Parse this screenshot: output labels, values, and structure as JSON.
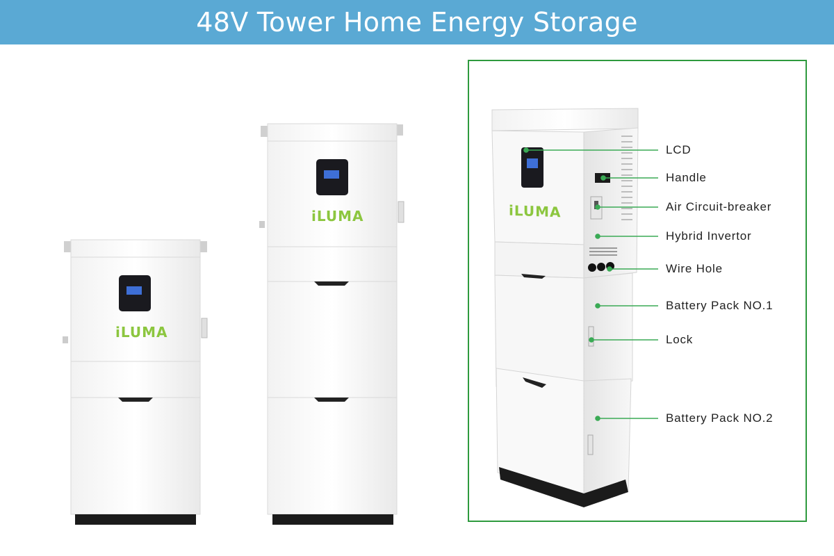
{
  "banner": {
    "title": "48V Tower Home Energy Storage"
  },
  "brand": {
    "logo_text": "iLUMA"
  },
  "colors": {
    "banner": "#5aa9d4",
    "frame": "#2e9a3e",
    "callout": "#3aaa55",
    "logo": "#8cc63f"
  },
  "callouts": [
    {
      "id": "lcd",
      "label": "LCD"
    },
    {
      "id": "handle",
      "label": "Handle"
    },
    {
      "id": "breaker",
      "label": "Air Circuit-breaker"
    },
    {
      "id": "inverter",
      "label": "Hybrid Invertor"
    },
    {
      "id": "wire-hole",
      "label": "Wire Hole"
    },
    {
      "id": "battery-1",
      "label": "Battery Pack NO.1"
    },
    {
      "id": "lock",
      "label": "Lock"
    },
    {
      "id": "battery-2",
      "label": "Battery Pack NO.2"
    }
  ]
}
